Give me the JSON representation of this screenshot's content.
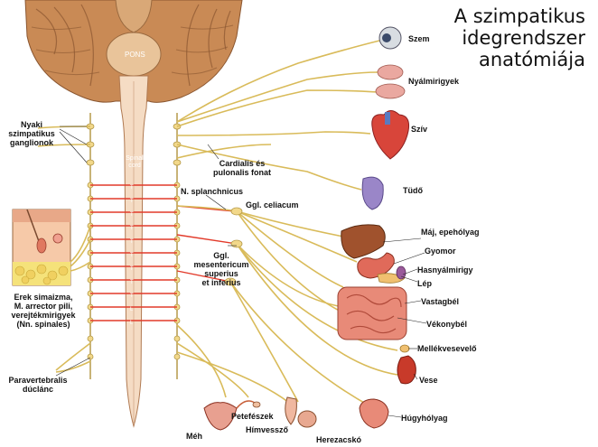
{
  "title": {
    "line1": "A szimpatikus",
    "line2": "idegrendszer",
    "line3": "anatómiája"
  },
  "labels": {
    "pons": "PONS",
    "spinal_cord_1": "Spinal",
    "spinal_cord_2": "cord",
    "nyaki_1": "Nyaki",
    "nyaki_2": "szimpatikus",
    "nyaki_3": "ganglionok",
    "erek_1": "Erek simaizma,",
    "erek_2": "M. arrector pili,",
    "erek_3": "verejtékmirigyek",
    "erek_4": "(Nn. spinales)",
    "paravertebralis_1": "Paravertebralis",
    "paravertebralis_2": "dúclánc",
    "cardialis_1": "Cardialis és",
    "cardialis_2": "pulonalis fonat",
    "splanchnicus": "N. splanchnicus",
    "coeliacum": "Ggl. celiacum",
    "mesentericum_1": "Ggl.",
    "mesentericum_2": "mesentericum",
    "mesentericum_3": "superius",
    "mesentericum_4": "et inferius",
    "szem": "Szem",
    "nyalmirigyek": "Nyálmirigyek",
    "sziv": "Szív",
    "tudo": "Tüdő",
    "maj": "Máj, epehólyag",
    "gyomor": "Gyomor",
    "hasnyalmirigy": "Hasnyálmirigy",
    "lep": "Lép",
    "vastagbel": "Vastagbél",
    "vekonybel": "Vékonybél",
    "mellekvese": "Mellékvesevelő",
    "vese": "Vese",
    "hugyholyag": "Húgyhólyag",
    "meh": "Méh",
    "petefeszek": "Petefészek",
    "himvesszo": "Hímvessző",
    "herezacsko": "Herezacskó"
  },
  "colors": {
    "nerve": "#f2d88a",
    "nerve_outline": "#b59a4a",
    "cord": "#f5dcc4",
    "brain": "#c98a55",
    "preganglionic": "#e23a2a"
  }
}
